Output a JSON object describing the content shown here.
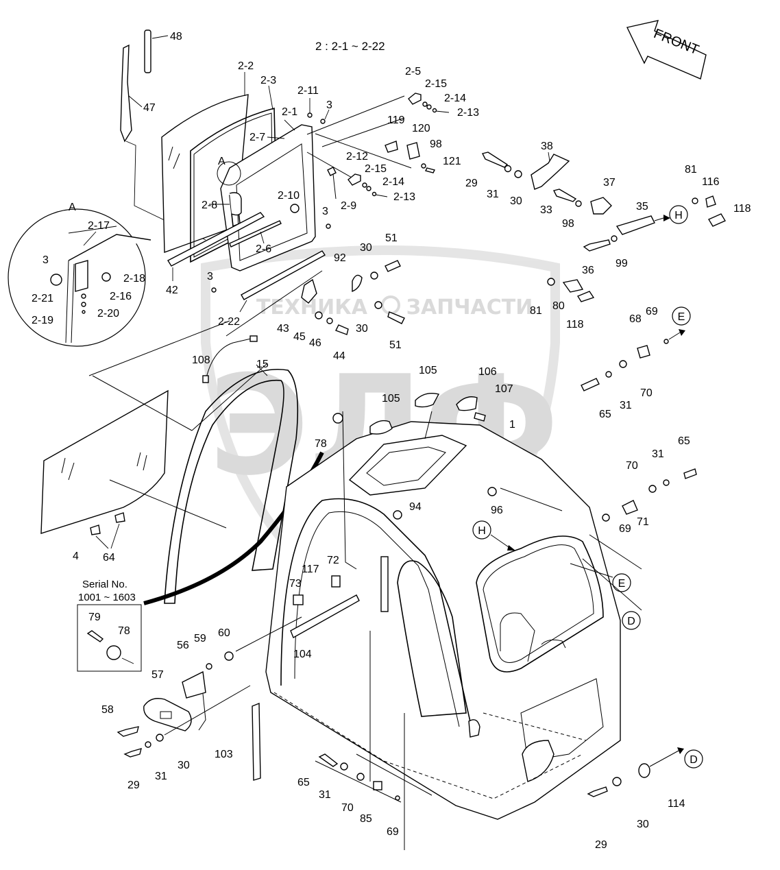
{
  "header": {
    "group_note": "2 : 2-1 ~ 2-22"
  },
  "front_arrow": {
    "label": "FRONT"
  },
  "detail": {
    "title": "A",
    "leader_tag": "A"
  },
  "serial_box": {
    "line1": "Serial No.",
    "line2": "1001 ~ 1603"
  },
  "watermark": {
    "logo": "ЭЛФ",
    "left": "ТЕХНИКА",
    "right": "ЗАПЧАСТИ"
  },
  "refs": {
    "H1": "H",
    "H2": "H",
    "E1": "E",
    "E2": "E",
    "D1": "D",
    "D2": "D"
  },
  "labels": {
    "l48": "48",
    "l47": "47",
    "l2_2": "2-2",
    "l2_3": "2-3",
    "l2_11": "2-11",
    "l3a": "3",
    "l2_1": "2-1",
    "l2_7": "2-7",
    "l2_8": "2-8",
    "l2_10": "2-10",
    "l2_9": "2-9",
    "l3b": "3",
    "l2_6": "2-6",
    "l42": "42",
    "l3c": "3",
    "l2_22": "2-22",
    "l2_5": "2-5",
    "l2_15a": "2-15",
    "l2_14a": "2-14",
    "l2_13a": "2-13",
    "l119": "119",
    "l120": "120",
    "l98a": "98",
    "l121": "121",
    "l2_12": "2-12",
    "l2_15b": "2-15",
    "l2_14b": "2-14",
    "l2_13b": "2-13",
    "l29a": "29",
    "l31a": "31",
    "l30a": "30",
    "l38": "38",
    "l33": "33",
    "l98b": "98",
    "l37": "37",
    "l35": "35",
    "l81a": "81",
    "l116": "116",
    "l118a": "118",
    "l36": "36",
    "l99": "99",
    "l81b": "81",
    "l80": "80",
    "l118b": "118",
    "l30b": "30",
    "l51a": "51",
    "l92": "92",
    "l43": "43",
    "l45": "45",
    "l46": "46",
    "l44": "44",
    "l30c": "30",
    "l51b": "51",
    "l2_17": "2-17",
    "l3d": "3",
    "l2_18": "2-18",
    "l2_16": "2-16",
    "l2_21": "2-21",
    "l2_20": "2-20",
    "l2_19": "2-19",
    "l68": "68",
    "l69a": "69",
    "l65a": "65",
    "l31b": "31",
    "l70a": "70",
    "l108": "108",
    "l15": "15",
    "l105a": "105",
    "l106": "106",
    "l105b": "105",
    "l107": "107",
    "l1": "1",
    "l78a": "78",
    "l65b": "65",
    "l31c": "31",
    "l70b": "70",
    "l96": "96",
    "l71": "71",
    "l69b": "69",
    "l94": "94",
    "l4": "4",
    "l64": "64",
    "l117": "117",
    "l72": "72",
    "l73": "73",
    "l104": "104",
    "l79": "79",
    "l78b": "78",
    "l56": "56",
    "l59": "59",
    "l60": "60",
    "l57": "57",
    "l58": "58",
    "l29b": "29",
    "l31d": "31",
    "l30d": "30",
    "l103": "103",
    "l65c": "65",
    "l31e": "31",
    "l70c": "70",
    "l85": "85",
    "l69c": "69",
    "l114": "114",
    "l30e": "30",
    "l29c": "29"
  }
}
